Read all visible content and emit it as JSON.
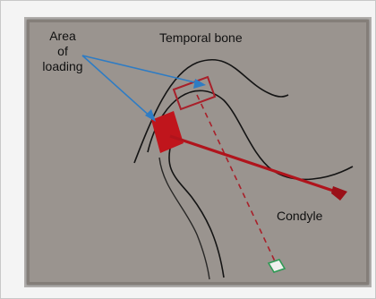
{
  "labels": {
    "area_line1": "Area",
    "area_line2": "of",
    "area_line3": "loading",
    "temporal": "Temporal bone",
    "condyle": "Condyle"
  },
  "colors": {
    "loading_red": "#c0151c",
    "outline_red": "#a8202a",
    "arrow_blue": "#2e7cc4",
    "bone_line": "#141414",
    "page": "#9a948f",
    "arrow_tip_green": "#2f9a55"
  }
}
